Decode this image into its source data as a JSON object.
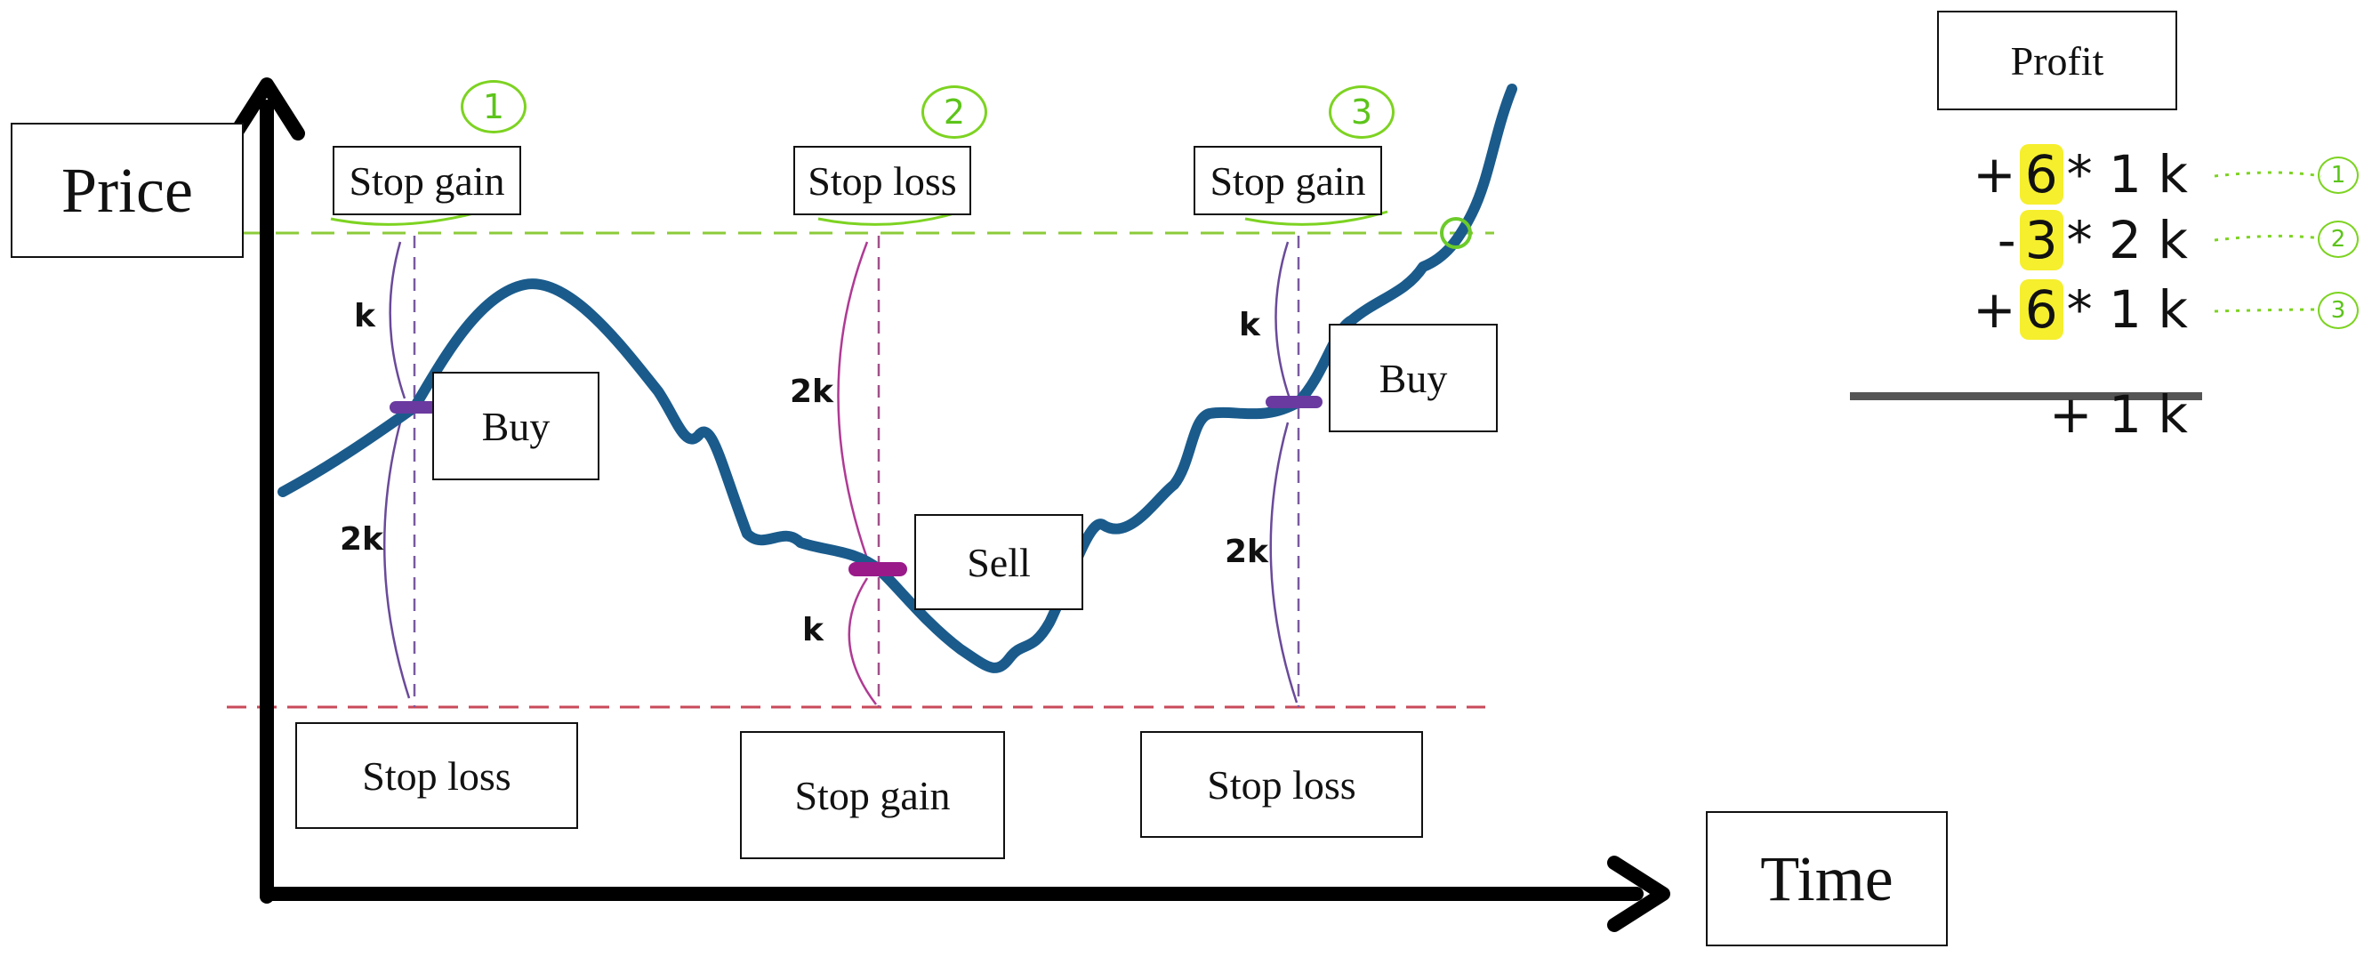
{
  "axes": {
    "y_label": "Price",
    "x_label": "Time"
  },
  "boxes": {
    "top_1": "Stop gain",
    "top_2": "Stop loss",
    "top_3": "Stop gain",
    "bottom_1": "Stop loss",
    "bottom_2": "Stop gain",
    "bottom_3": "Stop loss",
    "entry_1": "Buy",
    "entry_2": "Sell",
    "entry_3": "Buy"
  },
  "distances": {
    "t1_upper": "k",
    "t1_lower": "2k",
    "t2_upper": "2k",
    "t2_lower": "k",
    "t3_upper": "k",
    "t3_lower": "2k"
  },
  "trade_numbers": [
    "1",
    "2",
    "3"
  ],
  "profit": {
    "title": "Profit",
    "rows": [
      {
        "sign": "+",
        "count": "6",
        "mult": "* 1 k",
        "ref": "1"
      },
      {
        "sign": "-",
        "count": "3",
        "mult": "* 2 k",
        "ref": "2"
      },
      {
        "sign": "+",
        "count": "6",
        "mult": "* 1 k",
        "ref": "3"
      }
    ],
    "total": "+ 1 k"
  },
  "colors": {
    "price_line": "#1a5b8c",
    "stop_upper_line": "#8ccb3a",
    "stop_lower_line": "#c94a5a",
    "marker": "#7a1f8f",
    "annotation_green": "#7dd321",
    "highlight": "#f5ef2e"
  }
}
